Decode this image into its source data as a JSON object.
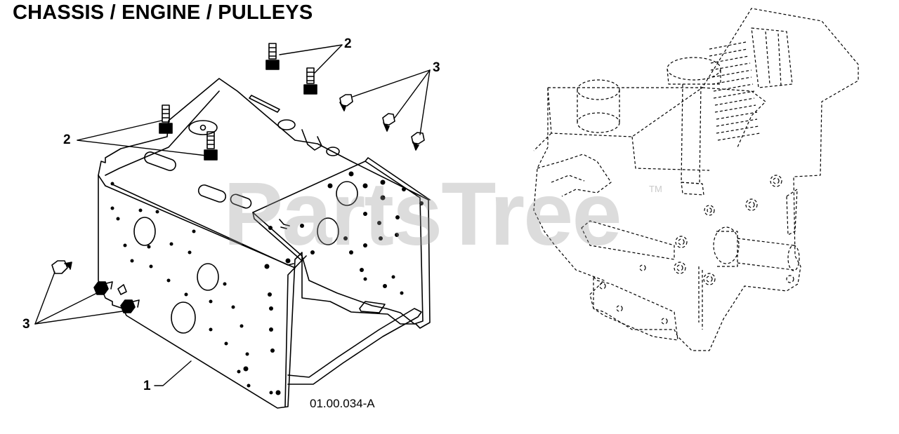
{
  "title": "CHASSIS / ENGINE / PULLEYS",
  "figure_number": "01.00.034-A",
  "watermark": "PartsTree",
  "watermark_mark": "TM",
  "callouts": [
    {
      "id": "callout-1",
      "label": "1"
    },
    {
      "id": "callout-2-top",
      "label": "2"
    },
    {
      "id": "callout-2-left",
      "label": "2"
    },
    {
      "id": "callout-3-top",
      "label": "3"
    },
    {
      "id": "callout-3-left",
      "label": "3"
    }
  ],
  "colors": {
    "line": "#000000",
    "watermark": "#969696"
  }
}
